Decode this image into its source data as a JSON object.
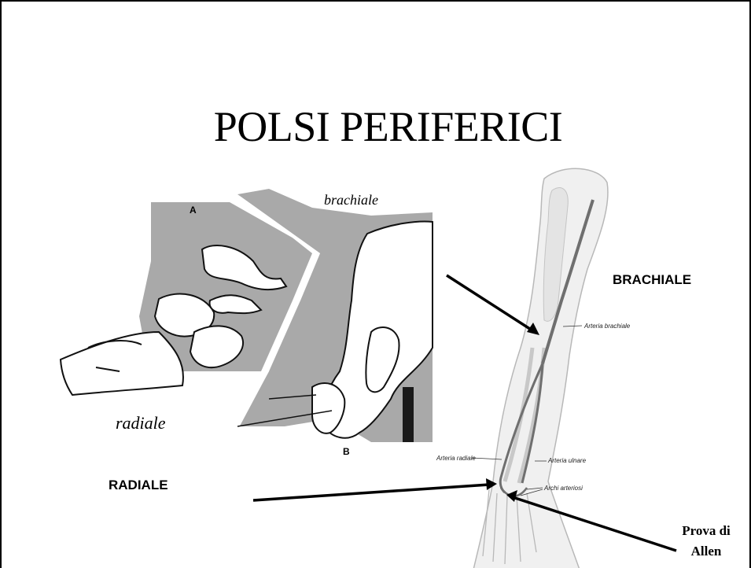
{
  "slide": {
    "title": "POLSI PERIFERICI"
  },
  "labels": {
    "brachiale_upper": "BRACHIALE",
    "radiale_upper": "RADIALE",
    "allen_line1": "Prova di",
    "allen_line2": "Allen"
  },
  "drawing_left": {
    "letter_a": "A",
    "letter_b": "B",
    "caption_brachiale": "brachiale",
    "caption_radiale": "radiale"
  },
  "anatomy": {
    "arteria_brachiale": "Arteria brachiale",
    "arteria_radiale": "Arteria radiale",
    "arteria_ulnare": "Arteria ulnare",
    "archi_arteriosi": "Archi arteriosi"
  },
  "colors": {
    "gray_panel": "#a9a9a9",
    "artery": "#6f6f6f",
    "arm_outline": "#b8b8b8"
  }
}
